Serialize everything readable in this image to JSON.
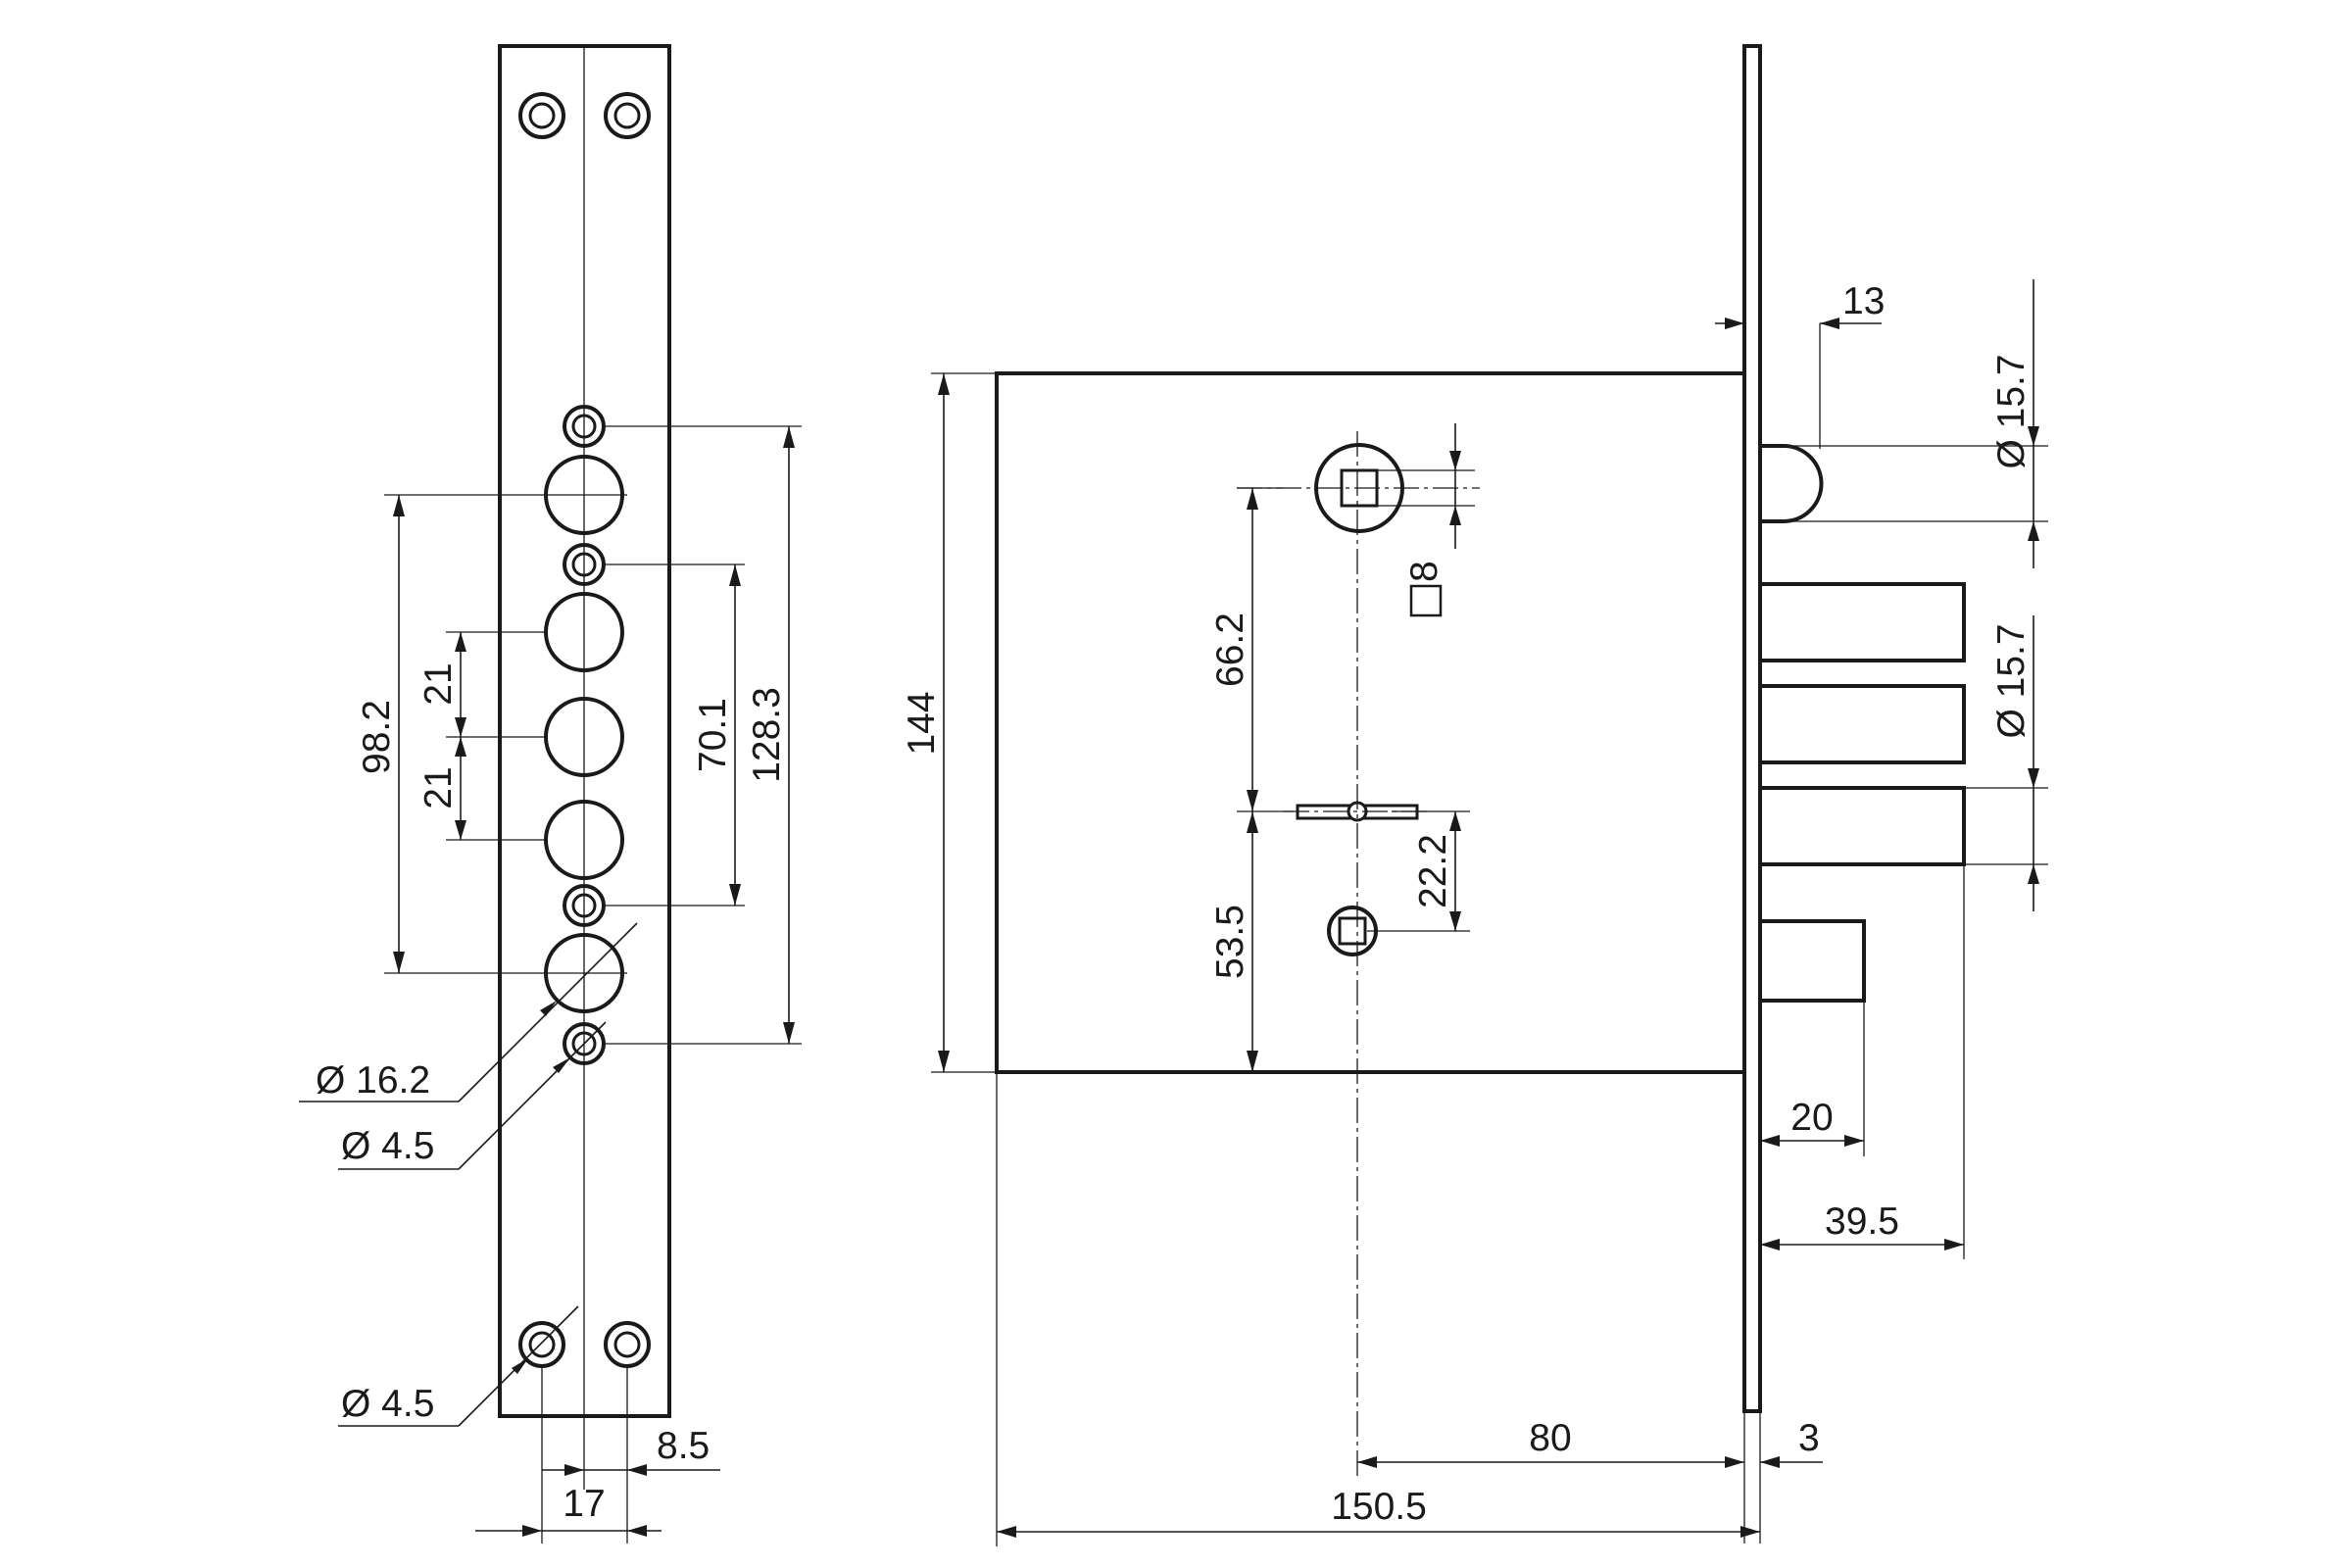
{
  "faceplate": {
    "dim_98_2": "98.2",
    "dim_21_upper": "21",
    "dim_21_lower": "21",
    "dim_70_1": "70.1",
    "dim_128_3": "128.3",
    "dia_16_2": "Ø 16.2",
    "dia_4_5_mid": "Ø 4.5",
    "dia_4_5_bottom": "Ø 4.5",
    "dim_8_5": "8.5",
    "dim_17": "17"
  },
  "lock_body": {
    "dim_144": "144",
    "dim_66_2": "66.2",
    "dim_53_5": "53.5",
    "dim_22_2": "22.2",
    "square_8": "8",
    "dim_80": "80",
    "dim_150_5": "150.5",
    "dim_3": "3",
    "dim_13": "13",
    "dia_15_7_top": "Ø 15.7",
    "dia_15_7_mid": "Ø 15.7",
    "dim_20": "20",
    "dim_39_5": "39.5"
  }
}
